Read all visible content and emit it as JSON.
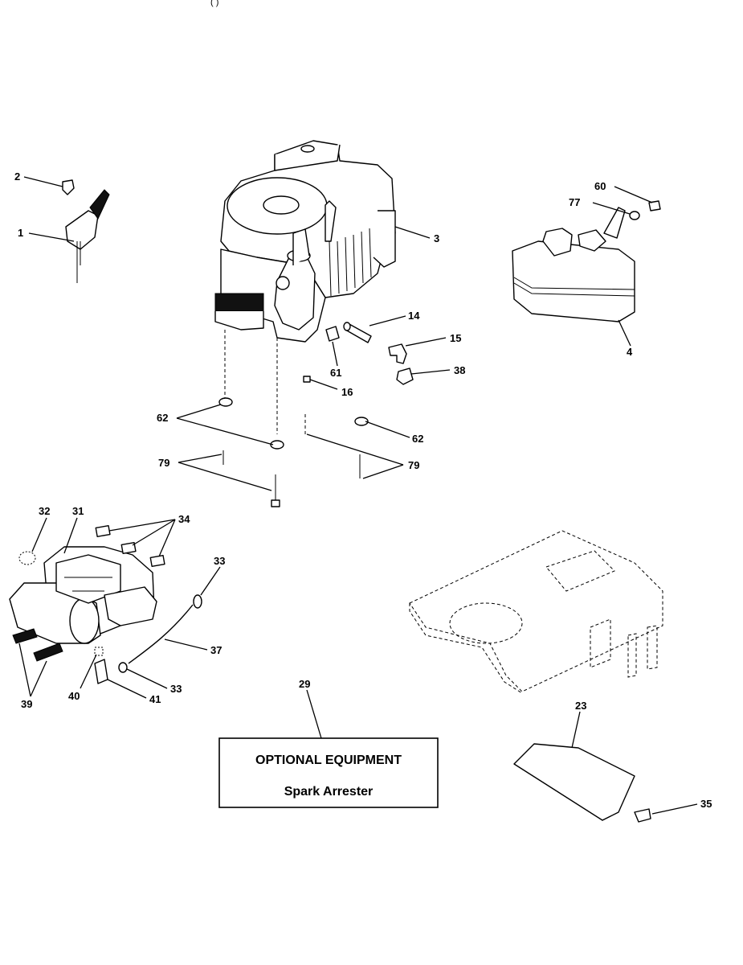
{
  "header_fragment": "(                                         )",
  "callouts": {
    "c1": "1",
    "c2": "2",
    "c3": "3",
    "c4": "4",
    "c14": "14",
    "c15": "15",
    "c16": "16",
    "c23": "23",
    "c29": "29",
    "c31": "31",
    "c32": "32",
    "c33a": "33",
    "c33b": "33",
    "c34": "34",
    "c35": "35",
    "c37": "37",
    "c38": "38",
    "c39": "39",
    "c40": "40",
    "c41": "41",
    "c60": "60",
    "c61": "61",
    "c62a": "62",
    "c62b": "62",
    "c77": "77",
    "c79a": "79",
    "c79b": "79"
  },
  "optional_box": {
    "title": "OPTIONAL EQUIPMENT",
    "subtitle": "Spark Arrester"
  }
}
